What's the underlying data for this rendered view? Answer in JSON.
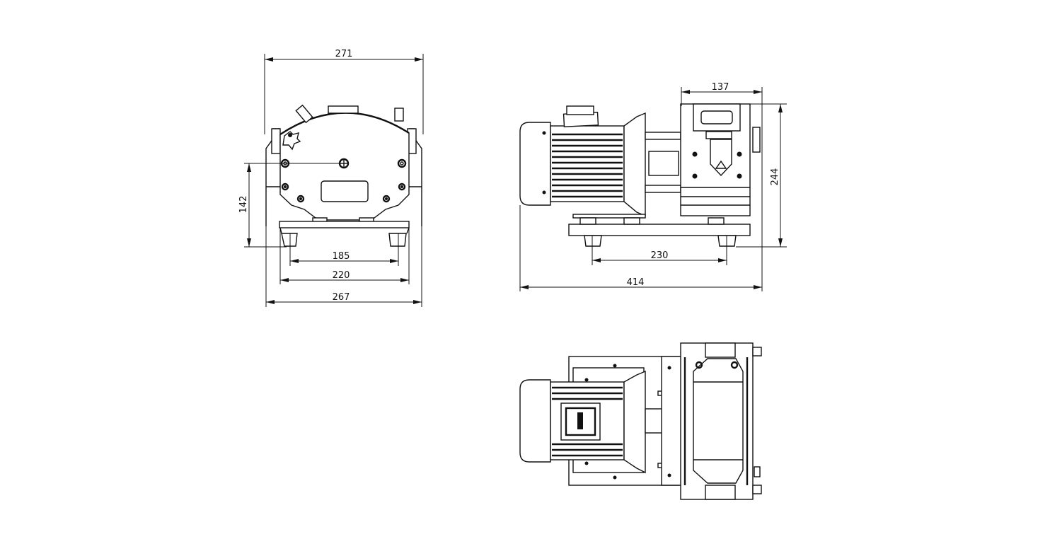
{
  "drawing": {
    "views": [
      "front-view",
      "side-view",
      "top-view"
    ],
    "units": "mm",
    "line_color": "#111111",
    "background": "#ffffff"
  },
  "dimensions": {
    "front": {
      "overall_top_width": "271",
      "shaft_height": "142",
      "foot_spacing": "185",
      "base_width": "220",
      "overall_bottom_width": "267"
    },
    "side": {
      "pump_head_length": "137",
      "overall_height": "244",
      "foot_spacing": "230",
      "overall_length": "414"
    }
  }
}
